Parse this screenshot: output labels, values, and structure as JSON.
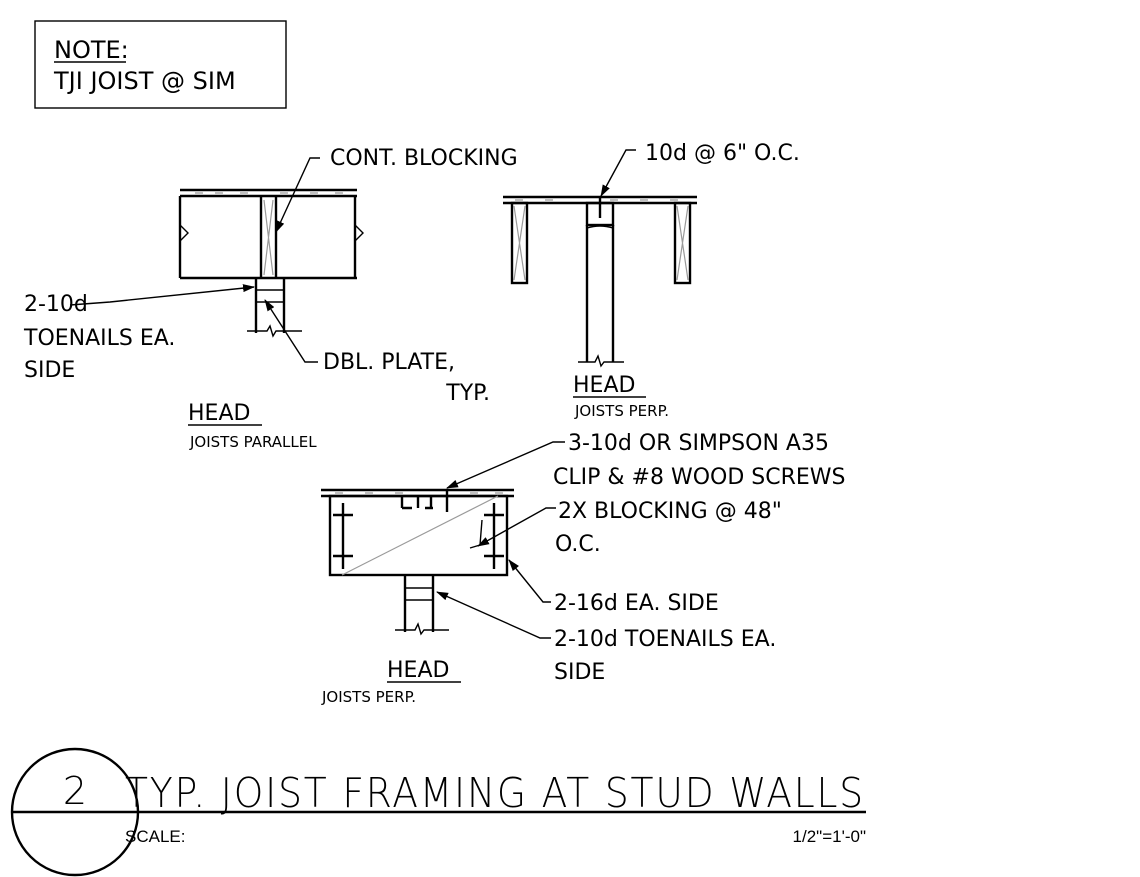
{
  "note": {
    "heading": "NOTE:",
    "text": "TJI JOIST @ SIM"
  },
  "details": {
    "parallel": {
      "labels": {
        "cont_blocking": "CONT. BLOCKING",
        "toenails_line1": "2-10d",
        "toenails_line2": "TOENAILS EA.",
        "toenails_line3": "SIDE",
        "dbl_plate_line1": "DBL. PLATE,",
        "dbl_plate_line2": "TYP."
      },
      "title": "HEAD",
      "subtitle": "JOISTS PARALLEL"
    },
    "perp_top": {
      "labels": {
        "nailing": "10d @ 6\" O.C."
      },
      "title": "HEAD",
      "subtitle": "JOISTS PERP."
    },
    "perp_bottom": {
      "labels": {
        "clip_line1": "3-10d OR SIMPSON A35",
        "clip_line2": "CLIP & #8 WOOD SCREWS",
        "blocking_line1": "2X BLOCKING @ 48\"",
        "blocking_line2": "O.C.",
        "sixteen_d": "2-16d EA. SIDE",
        "toenails_line1": "2-10d TOENAILS EA.",
        "toenails_line2": "SIDE"
      },
      "title": "HEAD",
      "subtitle": "JOISTS PERP."
    }
  },
  "title_block": {
    "detail_number": "2",
    "title": "TYP. JOIST FRAMING AT STUD WALLS",
    "scale_label": "SCALE:",
    "scale_value": "1/2\"=1'-0\""
  }
}
